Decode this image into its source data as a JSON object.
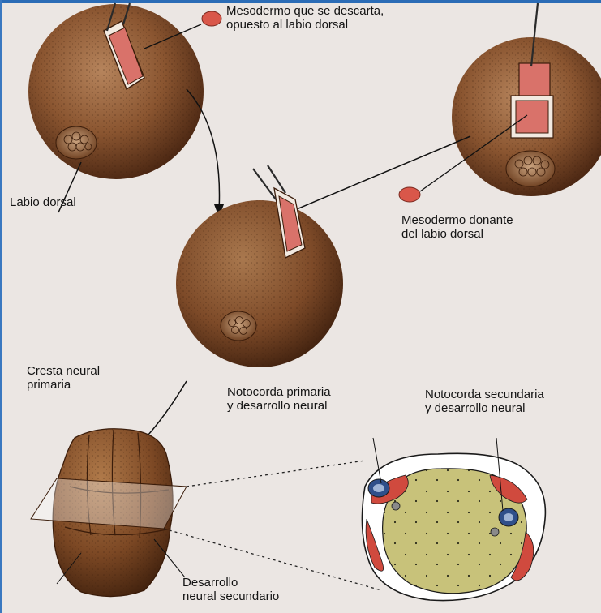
{
  "labels": {
    "mesodermo_descarta": "Mesodermo que se descarta,\nopuesto al labio dorsal",
    "labio_dorsal": "Labio dorsal",
    "mesodermo_donante": "Mesodermo donante\ndel labio dorsal",
    "cresta_neural": "Cresta neural\nprimaria",
    "notocorda_primaria": "Notocorda primaria\ny desarrollo neural",
    "notocorda_secundaria": "Notocorda secundaria\ny desarrollo neural",
    "desarrollo_secundario": "Desarrollo\nneural secundario"
  },
  "colors": {
    "embryo": "#7a4424",
    "graft": "#d9726a",
    "section_fill": "#c8c27a",
    "tissue_red": "#d04a3e",
    "frame": "#2b6cb6"
  }
}
